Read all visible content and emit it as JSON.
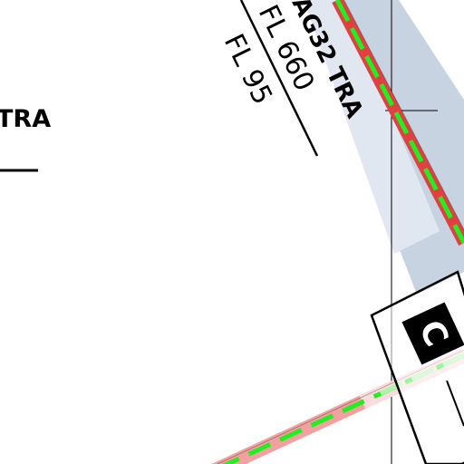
{
  "labels": {
    "left_area_fragment": "TRA",
    "tra_name": "AG32 TRA",
    "upper_limit": "FL 660",
    "lower_limit": "FL 95",
    "box_letter": "C"
  },
  "colors": {
    "background": "#ffffff",
    "tra_band_outer": "#c7d3e0",
    "tra_band_inner": "#e0e7f0",
    "red_boundary": "#e04040",
    "route_green": "#22ee22",
    "route_halo": "#f3a0a0",
    "route_halo_light": "#fbdcdc",
    "route_green_light": "#aaf5aa",
    "ink": "#000000"
  },
  "symbols": {
    "route_line": "green-dashed-airway",
    "boundary": "red-border-line",
    "box_letter_badge": "black-square-letter-icon"
  }
}
